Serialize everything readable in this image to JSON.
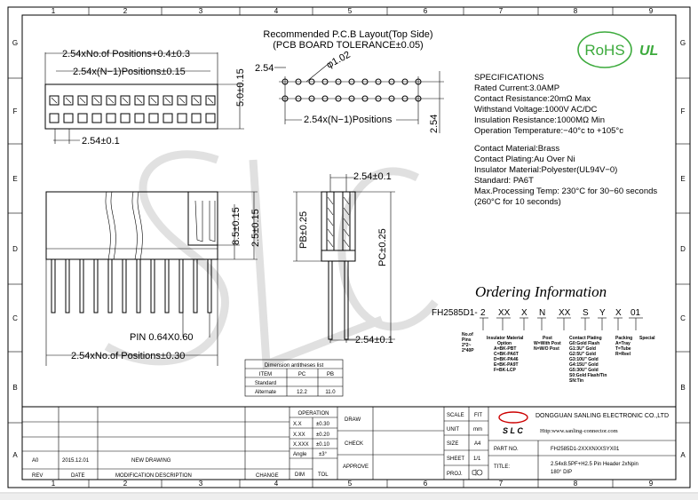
{
  "border": {
    "columns": [
      "1",
      "2",
      "3",
      "4",
      "5",
      "6",
      "7",
      "8",
      "9"
    ],
    "rows": [
      "G",
      "F",
      "E",
      "D",
      "C",
      "B",
      "A"
    ]
  },
  "pcb_layout": {
    "title": "Recommended P.C.B Layout(Top Side)",
    "subtitle": "(PCB BOARD TOLERANCE±0.05)",
    "pitch": "2.54",
    "hole": "φ1.02",
    "span": "2.54x(N−1)Positions",
    "row_pitch": "2.54"
  },
  "top_view": {
    "overall": "2.54xNo.of Positions+0.4±0.3",
    "span": "2.54x(N−1)Positions±0.15",
    "height": "5.0±0.15",
    "pitch": "2.54±0.1"
  },
  "front_view": {
    "body_h": "8.5±0.15",
    "stub_h": "2.5±0.15",
    "pin": "PIN 0.64X0.60",
    "length": "2.54xNo.of Positions±0.30"
  },
  "side_view": {
    "pitch_top": "2.54±0.1",
    "pb": "PB±0.25",
    "pc": "PC±0.25",
    "pitch_bottom": "2.54±0.1"
  },
  "specifications": [
    "SPECIFICATIONS",
    "Rated Current:3.0AMP",
    "Contact Resistance:20mΩ Max",
    "Withstand Voltage:1000V AC/DC",
    "Insulation Resistance:1000MΩ Min",
    "Operation Temperature:−40°c to +105°c",
    "",
    "Contact Material:Brass",
    "Contact Plating:Au Over Ni",
    "Insulator Material:Polyester(UL94V−0)",
    "Standard:              PA6T",
    "Max.Processing Temp: 230°C for 30−60 seconds",
    "                   (260°C for 10 seconds)"
  ],
  "logos": {
    "rohs": "RoHS",
    "ul": "UL"
  },
  "ordering": {
    "title": "Ordering Information",
    "code": [
      "FH2585D1-",
      "2",
      "XX",
      "X",
      "N",
      "XX",
      "S",
      "Y",
      "X",
      "01"
    ],
    "notes": {
      "positions": [
        "No.of",
        "Pins",
        "2*2~",
        "2*40P"
      ],
      "insulator": [
        "Insulator Material",
        "Option",
        "A=BK-PBT",
        "C=BK-PA6T",
        "D=BK-PA46",
        "E=BK-PA9T",
        "F=BK-LCP"
      ],
      "post": [
        "Post",
        "W=With Post",
        "N=W/O Post"
      ],
      "plating": [
        "Contact Plating",
        "G0:Gold Flash",
        "G1:3U\" Gold",
        "G2:5U\" Gold",
        "G3:10U\" Gold",
        "G4:15U\" Gold",
        "G5:30U\" Gold",
        "S0:Gold Flash/Tin",
        "SN:Tin"
      ],
      "packing": [
        "Packing",
        "A=Tray",
        "T=Tube",
        "R=Reel"
      ],
      "special": [
        "Special"
      ]
    }
  },
  "dimension_table": {
    "title": "Dimension antitheses list",
    "headers": [
      "ITEM",
      "PC",
      "PB"
    ],
    "rows": [
      [
        "Standard",
        "",
        ""
      ],
      [
        "Alternate",
        "12.2",
        "11.0"
      ]
    ]
  },
  "title_block": {
    "operation": "OPERATION",
    "tolerances": [
      [
        "X.X",
        "±0.30"
      ],
      [
        "X.XX",
        "±0.20"
      ],
      [
        "X.XXX",
        "±0.10"
      ],
      [
        "Angle",
        "±3°"
      ],
      [
        "DIM",
        "TOL"
      ]
    ],
    "draw": "DRAW",
    "check": "CHECK",
    "approve": "APPROVE",
    "scale": "SCALE",
    "scale_val": "FIT",
    "unit": "UNIT",
    "unit_val": "mm",
    "size": "SIZE",
    "size_val": "A4",
    "sheet": "SHEET",
    "sheet_val": "1/1",
    "proj": "PROJ.",
    "company": "DONGGUAN SANLING ELECTRONIC CO.,LTD",
    "website": "Http:www.sanling-connector.com",
    "brand": "S L C",
    "part_no_label": "PART NO.",
    "part_no": "FH2585D1-2XXXNXXSYX01",
    "title_label": "TITLE:",
    "title_line1": "2.54x8.5PF+H2.5 Pin Header 2xNpin",
    "title_line2": "180° DIP",
    "rev_row": [
      "A0",
      "2015.12.01",
      "NEW DRAWING"
    ],
    "rev_header": [
      "REV",
      "DATE",
      "MODIFICATION DESCRIPTION",
      "CHANGE"
    ],
    "margin_row_label": "A"
  },
  "watermark": "SLC"
}
